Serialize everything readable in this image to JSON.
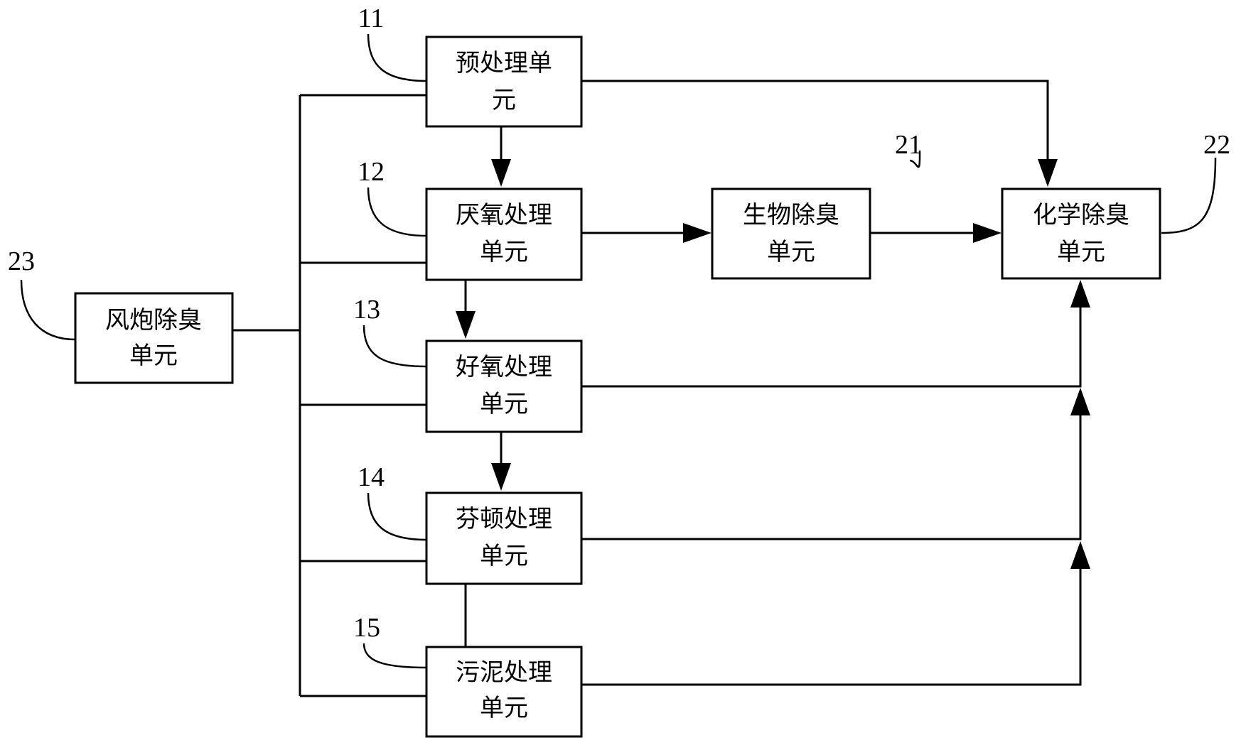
{
  "units": {
    "u11": {
      "ref": "11",
      "line1": "预处理单",
      "line2": "元"
    },
    "u12": {
      "ref": "12",
      "line1": "厌氧处理",
      "line2": "单元"
    },
    "u13": {
      "ref": "13",
      "line1": "好氧处理",
      "line2": "单元"
    },
    "u14": {
      "ref": "14",
      "line1": "芬顿处理",
      "line2": "单元"
    },
    "u15": {
      "ref": "15",
      "line1": "污泥处理",
      "line2": "单元"
    },
    "u21": {
      "ref": "21",
      "line1": "生物除臭",
      "line2": "单元"
    },
    "u22": {
      "ref": "22",
      "line1": "化学除臭",
      "line2": "单元"
    },
    "u23": {
      "ref": "23",
      "line1": "风炮除臭",
      "line2": "单元"
    }
  }
}
